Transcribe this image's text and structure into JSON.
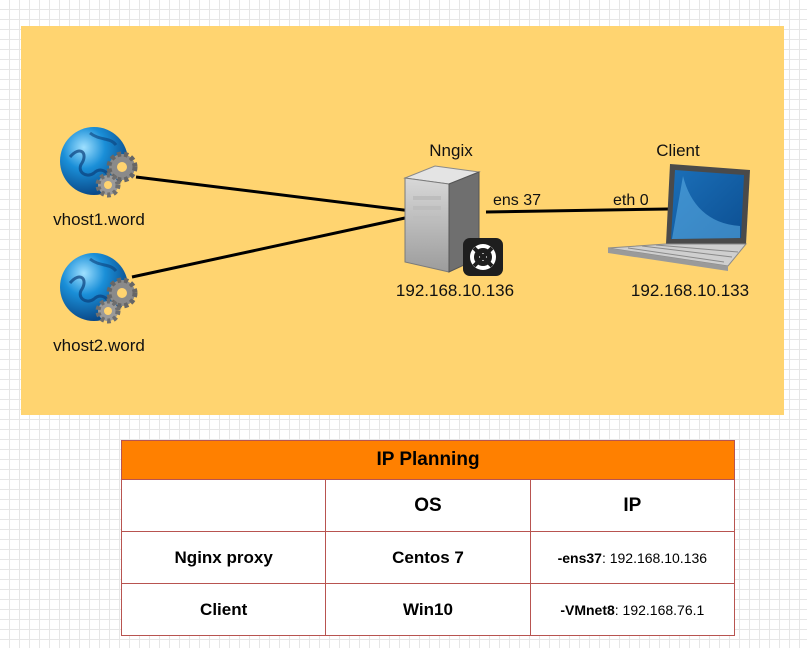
{
  "diagram": {
    "nodes": {
      "vhost1": {
        "label": "vhost1.word",
        "icon": "web-services-icon"
      },
      "vhost2": {
        "label": "vhost2.word",
        "icon": "web-services-icon"
      },
      "nginx": {
        "title": "Nngix",
        "ip": "192.168.10.136",
        "interface": "ens 37",
        "icon": "server-icon"
      },
      "client": {
        "title": "Client",
        "ip": "192.168.10.133",
        "interface": "eth 0",
        "icon": "laptop-icon"
      }
    },
    "colors": {
      "panel": "#ffd470",
      "link": "#000000"
    }
  },
  "table": {
    "title": "IP Planning",
    "headers": [
      "",
      "OS",
      "IP"
    ],
    "rows": [
      {
        "name": "Nginx proxy",
        "os": "Centos 7",
        "iface": "-ens37",
        "ip": ": 192.168.10.136"
      },
      {
        "name": "Client",
        "os": "Win10",
        "iface": "-VMnet8",
        "ip": ": 192.168.76.1"
      }
    ],
    "colors": {
      "header_bg": "#ff8000",
      "border": "#b85450"
    }
  }
}
